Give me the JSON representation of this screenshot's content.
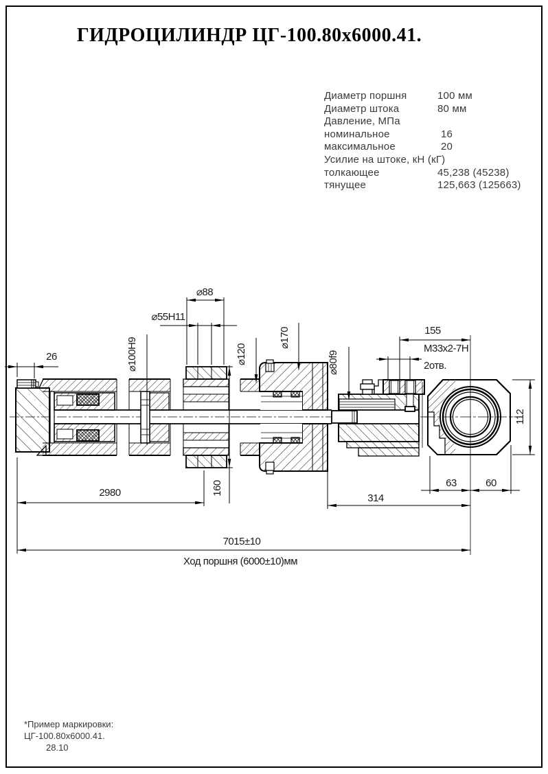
{
  "page": {
    "title": "ГИДРОЦИЛИНДР ЦГ-100.80х6000.41."
  },
  "specs": {
    "rows": [
      {
        "label": "Диаметр поршня",
        "value": "100 мм"
      },
      {
        "label": "Диаметр штока",
        "value": "80 мм"
      },
      {
        "label": "Давление, МПа",
        "value": ""
      },
      {
        "label": "номинальное",
        "value": "16"
      },
      {
        "label": "максимальное",
        "value": "20"
      },
      {
        "label": "Усилие на штоке, кН (кГ)",
        "value": ""
      },
      {
        "label": "толкающее",
        "value": "45,238 (45238)"
      },
      {
        "label": "тянущее",
        "value": "125,663 (125663)"
      }
    ]
  },
  "dims": {
    "d26": "26",
    "d88": "⌀88",
    "d55": "⌀55H11",
    "d100": "⌀100H9",
    "d120": "⌀120",
    "d170": "⌀170",
    "d80": "⌀80f9",
    "d155": "155",
    "m33": "М33х2-7Н",
    "otv": "2отв.",
    "d112": "112",
    "d63": "63",
    "d60": "60",
    "d314": "314",
    "d2980": "2980",
    "d160": "160",
    "d7015": "7015±10",
    "hod": "Ход поршня (6000±10)мм"
  },
  "note": {
    "line1": "*Пример маркировки:",
    "line2": "ЦГ-100.80х6000.41.",
    "line3": "28.10"
  }
}
